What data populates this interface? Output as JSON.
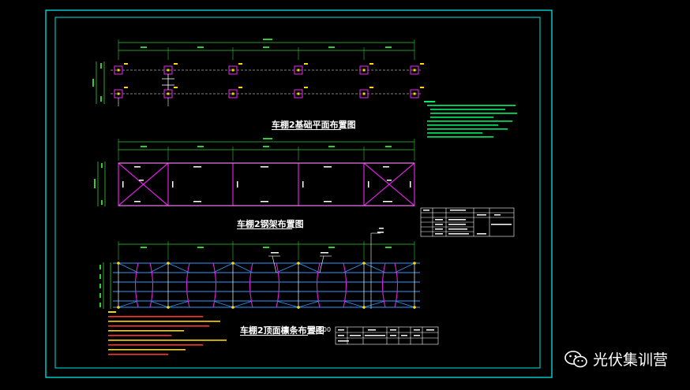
{
  "drawing": {
    "title_foundation": "车棚2基础平面布置图",
    "title_steel": "车棚2钢架布置图",
    "title_roof": "车棚2顶面檩条布置图",
    "roof_scale": "1:100"
  },
  "watermark": {
    "text": "光伏集训营",
    "icon": "wechat-icon"
  },
  "colors": {
    "frame": "#00e5e5",
    "dimension": "#33cc33",
    "member": "#e020e0",
    "gridline": "#ffffff",
    "purlin": "#3399ff",
    "note_red": "#ff3333",
    "note_yellow": "#ffd700",
    "note_green": "#00ee66"
  }
}
